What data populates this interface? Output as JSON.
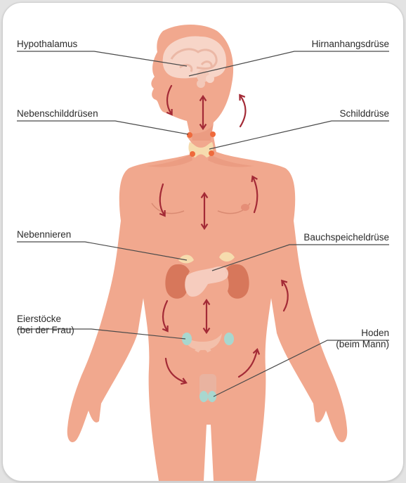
{
  "labels": {
    "hypothalamus": "Hypothalamus",
    "pituitary": "Hirnanhangsdrüse",
    "parathyroid": "Nebenschilddrüsen",
    "thyroid": "Schilddrüse",
    "adrenal": "Nebennieren",
    "pancreas": "Bauchspeicheldrüse",
    "ovaries_line1": "Eierstöcke",
    "ovaries_line2": "(bei der Frau)",
    "testes_line1": "Hoden",
    "testes_line2": "(beim Mann)"
  },
  "colors": {
    "skin": "#f1a88e",
    "skin_shade": "#e79479",
    "brain": "#f7d5c8",
    "kidney": "#d7775b",
    "adrenal": "#f6dcae",
    "pancreas": "#f6cfc2",
    "gland_teal": "#a8d7cf",
    "parathyroid_dot": "#ef6a3c",
    "arrow": "#a32a36",
    "leader_line": "#4a4a4a"
  }
}
